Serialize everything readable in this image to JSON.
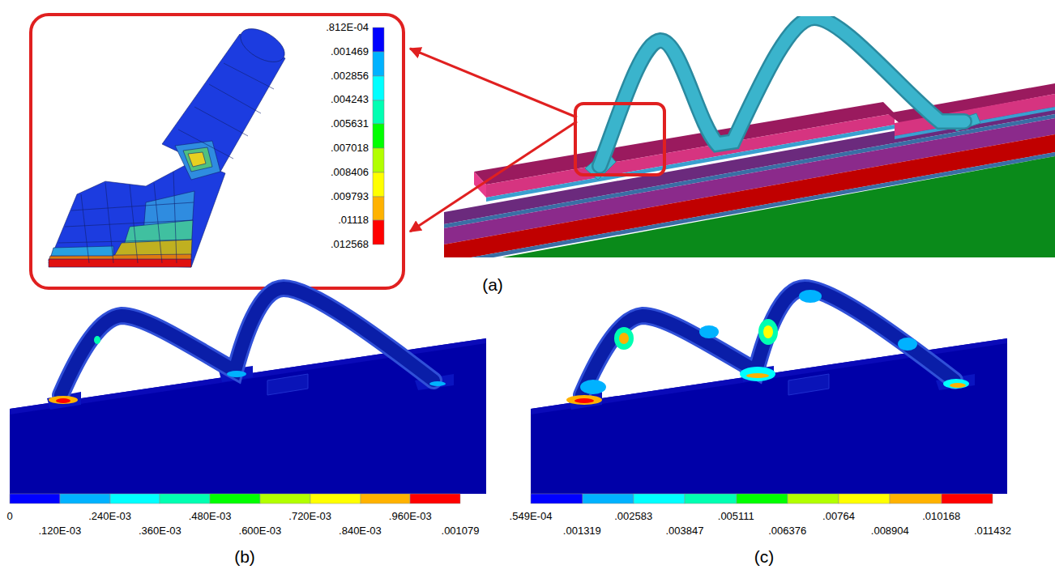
{
  "diagram": {
    "labels": [
      ".812E-04",
      ".001469",
      ".002856",
      ".004243",
      ".005631",
      ".007018",
      ".008406",
      ".009793",
      ".01118",
      ".012568",
      "(a)",
      "0",
      ".120E-03",
      ".240E-03",
      ".360E-03",
      ".480E-03",
      ".600E-03",
      ".720E-03",
      ".840E-03",
      ".960E-03",
      ".001079",
      "(b)",
      ".549E-04",
      ".001319",
      ".002583",
      ".003847",
      ".005111",
      ".006376",
      ".00764",
      ".008904",
      ".010168",
      ".011432",
      "(c)"
    ]
  }
}
